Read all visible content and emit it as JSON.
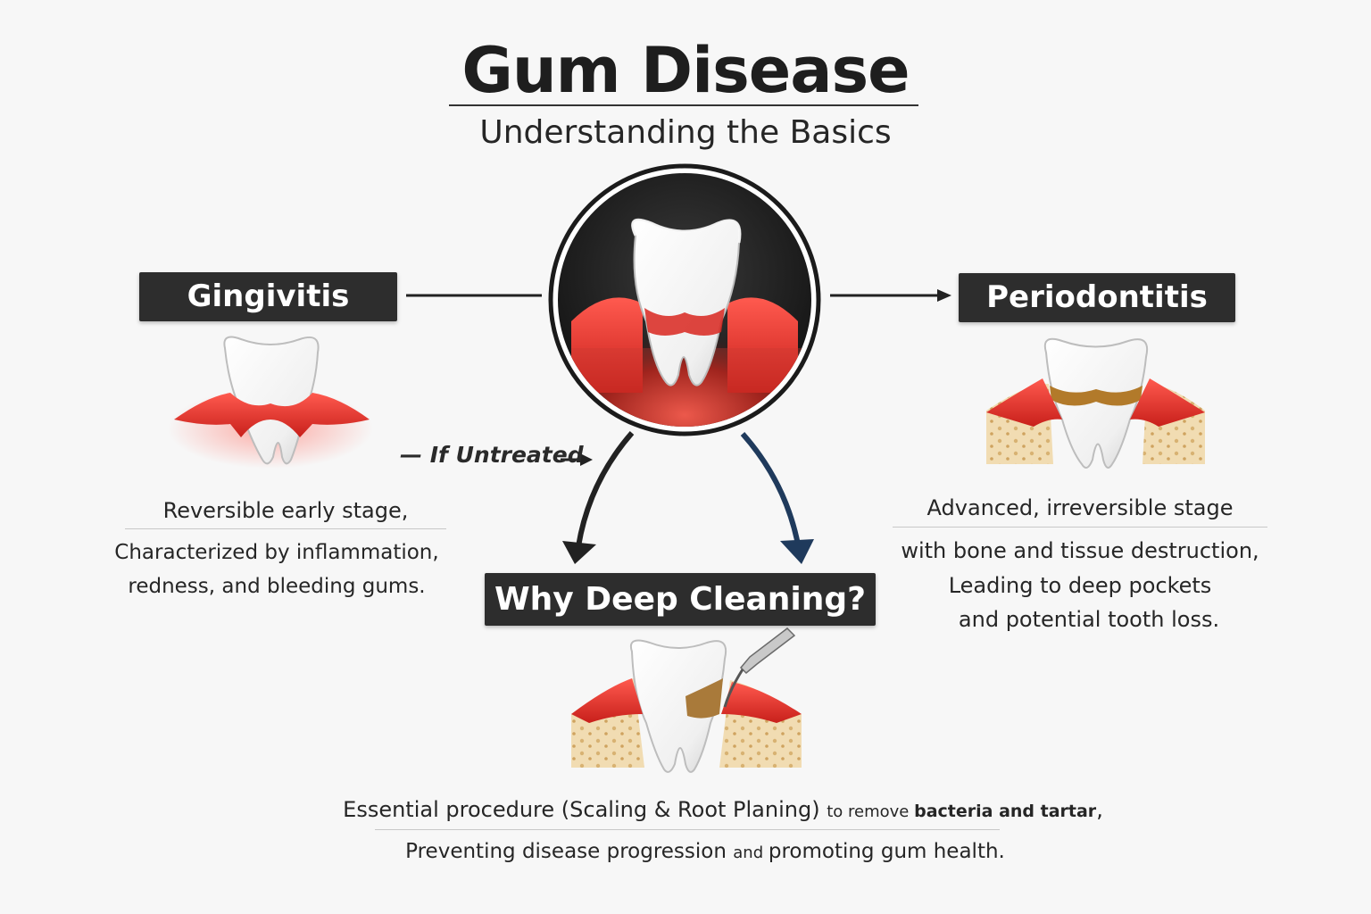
{
  "header": {
    "title": "Gum Disease",
    "subtitle": "Understanding the Basics"
  },
  "stages": {
    "gingivitis": {
      "label": "Gingivitis",
      "line1": "Reversible early stage,",
      "line2": "Characterized by inflammation,",
      "line3": "redness, and bleeding gums."
    },
    "periodontitis": {
      "label": "Periodontitis",
      "line1": "Advanced, irreversible stage",
      "line2": "with bone and tissue destruction,",
      "line3": "Leading to deep pockets",
      "line4": "and potential tooth loss."
    }
  },
  "flow": {
    "untreated_label": "If Untreated"
  },
  "deep_cleaning": {
    "label": "Why Deep Cleaning?",
    "line1_start": "Essential procedure (Scaling & Root Planing) ",
    "line1_mid": "to remove ",
    "line1_bold": "bacteria and tartar",
    "line1_end": ",",
    "line2_start": "Preventing disease progression ",
    "line2_mid": "and ",
    "line2_end": "promoting gum health."
  },
  "colors": {
    "gum_red": "#e23a33",
    "label_bg": "#2d2d2d",
    "arrow_blue": "#1f3a5c",
    "bone": "#efd9ac",
    "tartar": "#b27a2a"
  },
  "icons": [
    "tooth-icon",
    "inflamed-gum-icon",
    "bone-icon",
    "scaler-tool-icon",
    "arrow-icon"
  ]
}
